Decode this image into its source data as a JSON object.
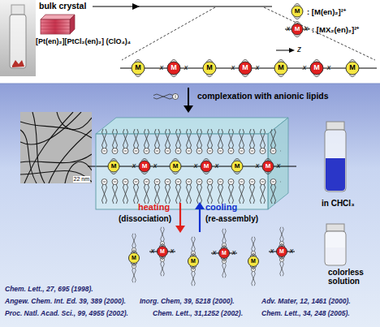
{
  "diagram": {
    "nodes": [
      {
        "text": [
          "bulk crystal",
          "[Pt(en)₂][PtCl₂(en)₂] (ClO₄)₄"
        ]
      },
      {
        "text": [
          "22 nm"
        ]
      },
      {
        "text": [
          "in CHCl₃"
        ]
      },
      {
        "text": [
          "colorless solution"
        ]
      }
    ],
    "labels": [
      "z",
      "complexation with anionic lipids",
      "heating",
      "(dissociation)",
      "cooling",
      "(re-assembly)",
      "Chem. Lett., 27, 695 (1998).",
      "Angew. Chem. Int. Ed. 39, 389 (2000).",
      "Inorg. Chem, 39, 5218 (2000).",
      "Adv. Mater, 12, 1461 (2000).",
      "Proc. Natl. Acad. Sci., 99, 4955 (2002).",
      "Chem. Lett., 31,1252 (2002).",
      "Chem. Lett., 34, 248 (2005).",
      "M",
      "x",
      "M",
      "x",
      "M",
      "x",
      "M",
      "x",
      "M",
      "x",
      "M",
      "x",
      "M",
      "x",
      "M",
      "x",
      "M",
      "M",
      "x",
      "M",
      "x",
      "M",
      "x",
      "M",
      "x",
      "M",
      "x",
      "M",
      "x",
      "M",
      "x",
      "M",
      "x",
      "M",
      "x",
      "M",
      "x",
      "M",
      "x",
      "M",
      "x"
    ],
    "legend": [
      {
        "text": ": [M(en)₂]²⁺"
      },
      {
        "text": ": [MX₂(en)₂]²⁺"
      }
    ]
  }
}
